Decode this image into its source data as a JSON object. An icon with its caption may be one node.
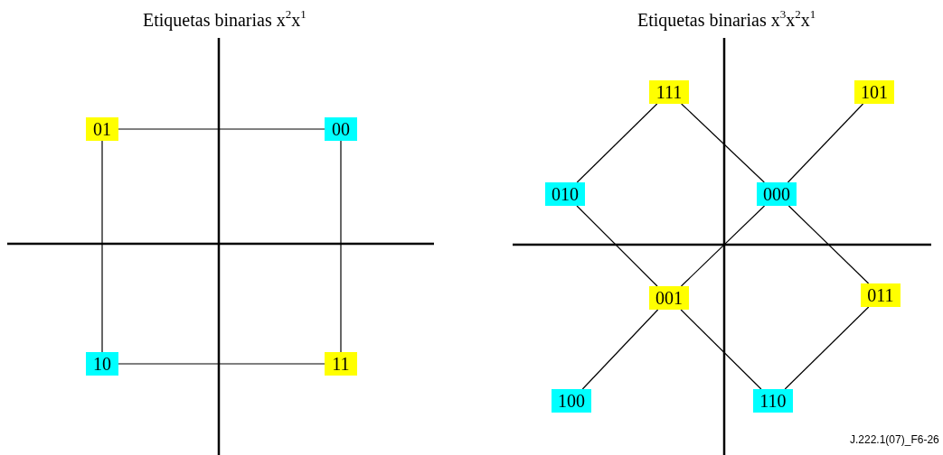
{
  "diagram": {
    "nodes": [
      {
        "text": [
          "01"
        ]
      },
      {
        "text": [
          "00"
        ]
      },
      {
        "text": [
          "10"
        ]
      },
      {
        "text": [
          "11"
        ]
      },
      {
        "text": [
          "111"
        ]
      },
      {
        "text": [
          "101"
        ]
      },
      {
        "text": [
          "010"
        ]
      },
      {
        "text": [
          "000"
        ]
      },
      {
        "text": [
          "001"
        ]
      },
      {
        "text": [
          "011"
        ]
      },
      {
        "text": [
          "100"
        ]
      },
      {
        "text": [
          "110"
        ]
      }
    ],
    "edges": [
      {
        "from": 0,
        "to": 1,
        "arrow": "none"
      },
      {
        "from": 0,
        "to": 2,
        "arrow": "none"
      },
      {
        "from": 1,
        "to": 3,
        "arrow": "none"
      },
      {
        "from": 2,
        "to": 3,
        "arrow": "none"
      },
      {
        "from": 4,
        "to": 6,
        "arrow": "none"
      },
      {
        "from": 4,
        "to": 7,
        "arrow": "none"
      },
      {
        "from": 5,
        "to": 7,
        "arrow": "none"
      },
      {
        "from": 6,
        "to": 8,
        "arrow": "none"
      },
      {
        "from": 7,
        "to": 8,
        "arrow": "none"
      },
      {
        "from": 7,
        "to": 9,
        "arrow": "none"
      },
      {
        "from": 8,
        "to": 10,
        "arrow": "none"
      },
      {
        "from": 8,
        "to": 11,
        "arrow": "none"
      },
      {
        "from": 9,
        "to": 11,
        "arrow": "none"
      }
    ],
    "labels": [
      "Etiquetas binarias x$^{2}$x$^{1}$",
      "Etiquetas binarias x$^{3}$x$^{2}$x$^{1}$",
      "J.222.1(07)_F6-26"
    ]
  }
}
